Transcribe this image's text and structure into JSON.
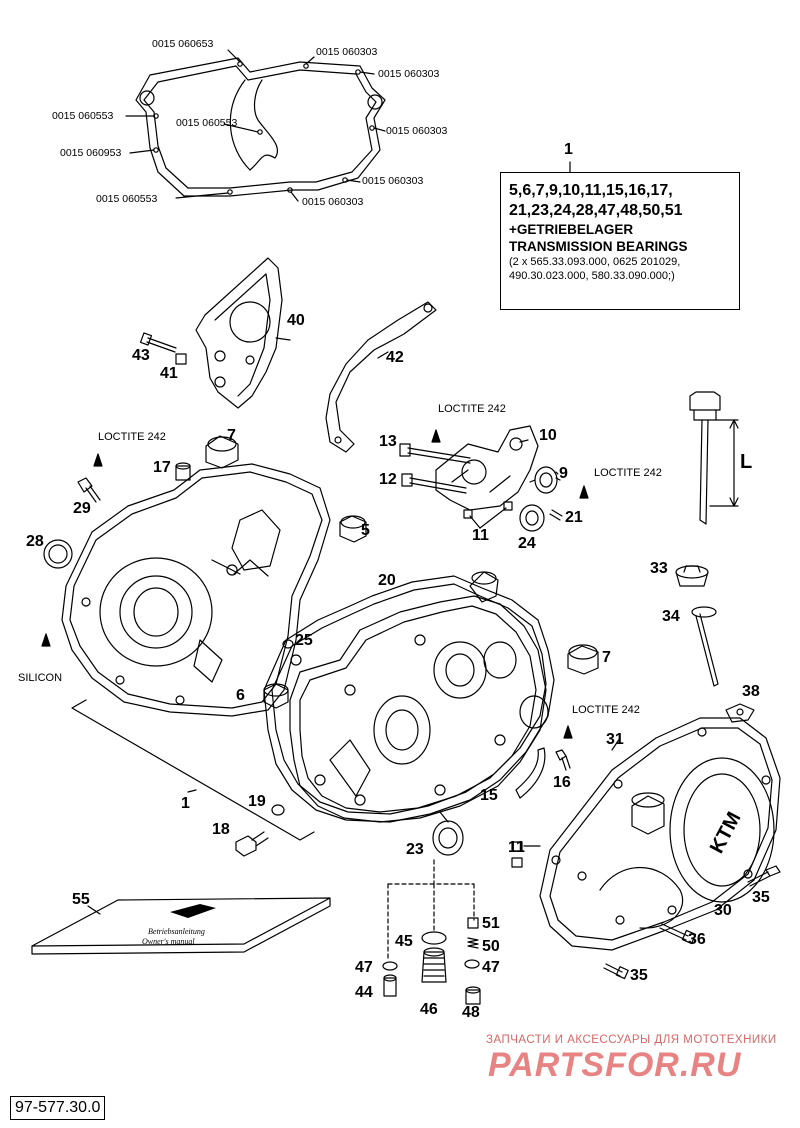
{
  "gasket_part_numbers": [
    "0015 060653",
    "0015 060303",
    "0015 060303",
    "0015 060553",
    "0015 060553",
    "0015 060303",
    "0015 060953",
    "0015 060303",
    "0015 060553",
    "0015 060303"
  ],
  "infobox": {
    "number": "1",
    "line1": "5,6,7,9,10,11,15,16,17,",
    "line2": "21,23,24,28,47,48,50,51",
    "line3": "+GETRIEBELAGER",
    "line4": "TRANSMISSION BEARINGS",
    "line5": "(2 x 565.33.093.000, 0625 201029,",
    "line6": "490.30.023.000, 580.33.090.000;)"
  },
  "callouts": [
    "40",
    "43",
    "41",
    "42",
    "7",
    "13",
    "10",
    "12",
    "9",
    "11",
    "24",
    "21",
    "17",
    "29",
    "28",
    "5",
    "20",
    "25",
    "6",
    "7",
    "33",
    "34",
    "L",
    "38",
    "31",
    "16",
    "15",
    "1",
    "19",
    "18",
    "23",
    "11",
    "35",
    "30",
    "36",
    "35",
    "55",
    "51",
    "45",
    "50",
    "47",
    "47",
    "44",
    "46",
    "48"
  ],
  "notes": {
    "loctite_1": "LOCTITE 242",
    "loctite_2": "LOCTITE 242",
    "loctite_3": "LOCTITE 242",
    "loctite_4": "LOCTITE 242",
    "silicon": "SILICON"
  },
  "manual_text": {
    "line1": "Betriebsanleitung",
    "line2": "Owner's manual"
  },
  "reference_number": "97-577.30.0",
  "watermark": {
    "caption": "ЗАПЧАСТИ И АКСЕССУАРЫ ДЛЯ МОТОТЕХНИКИ",
    "brand": "PARTSFOR.RU"
  },
  "colors": {
    "line": "#000000",
    "watermark": "#e05a5a"
  }
}
